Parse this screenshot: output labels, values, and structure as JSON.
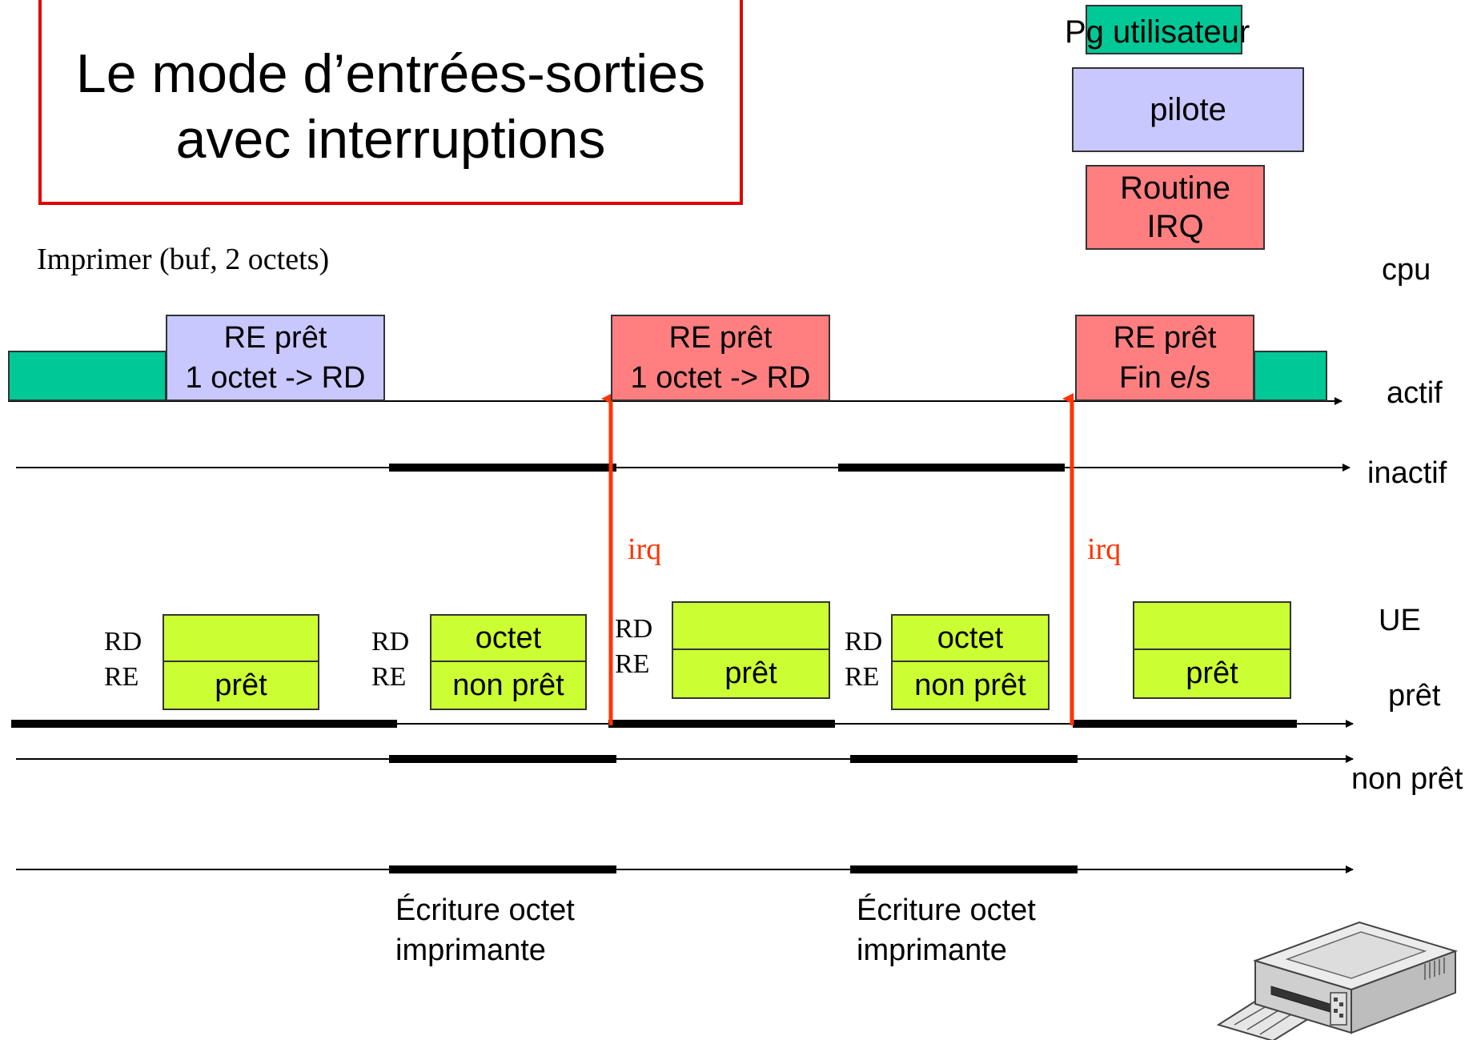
{
  "title": "Le mode d’entrées-sorties avec interruptions",
  "legend": {
    "user_program": "Pg utilisateur",
    "driver": "pilote",
    "irq_routine": "Routine IRQ"
  },
  "call": "Imprimer (buf, 2 octets)",
  "cpu": {
    "label": "cpu",
    "active_label": "actif",
    "inactive_label": "inactif",
    "blocks": [
      {
        "line1": "RE prêt",
        "line2": "1 octet -> RD"
      },
      {
        "line1": "RE prêt",
        "line2": "1 octet -> RD"
      },
      {
        "line1": "RE prêt",
        "line2": "Fin e/s"
      }
    ]
  },
  "irq_label": "irq",
  "ue": {
    "label": "UE",
    "ready_label": "prêt",
    "not_ready_label": "non prêt",
    "rd": "RD",
    "re": "RE",
    "states": [
      {
        "rd_value": "",
        "re_value": "prêt"
      },
      {
        "rd_value": "octet",
        "re_value": "non prêt"
      },
      {
        "rd_value": "",
        "re_value": "prêt"
      },
      {
        "rd_value": "octet",
        "re_value": "non prêt"
      },
      {
        "rd_value": "",
        "re_value": "prêt"
      }
    ]
  },
  "printer": {
    "write_line1": "Écriture octet",
    "write_line2": "imprimante"
  },
  "colors": {
    "user_program": "#00c896",
    "driver": "#c8c8ff",
    "irq_routine": "#ff7f80",
    "register": "#ccff33",
    "title_border": "#e00000",
    "irq_arrow": "#ff3300"
  }
}
